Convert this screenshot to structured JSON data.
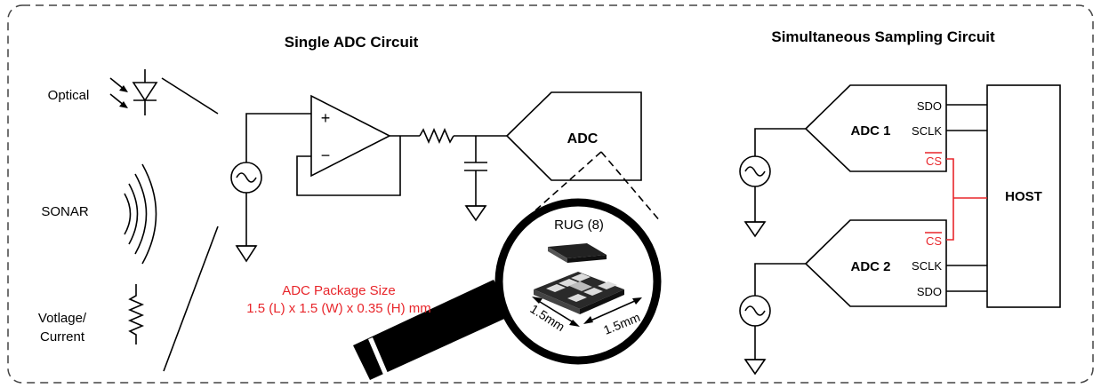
{
  "single_adc": {
    "title": "Single ADC Circuit",
    "sensors": [
      "Optical",
      "SONAR",
      "Votlage/",
      "Current"
    ],
    "plus_sign": "+",
    "minus_sign": "−",
    "adc_label": "ADC",
    "package_code": "RUG (8)",
    "package_title": "ADC Package Size",
    "package_dims": "1.5 (L) x 1.5 (W) x 0.35 (H) mm",
    "dim_a": "1.5mm",
    "dim_b": "1.5mm"
  },
  "simultaneous": {
    "title": "Simultaneous Sampling Circuit",
    "adc1": "ADC 1",
    "adc2": "ADC 2",
    "host": "HOST",
    "sdo": "SDO",
    "sclk": "SCLK",
    "cs": "CS"
  },
  "colors": {
    "highlight": "#e8262b",
    "ink": "#000000"
  }
}
